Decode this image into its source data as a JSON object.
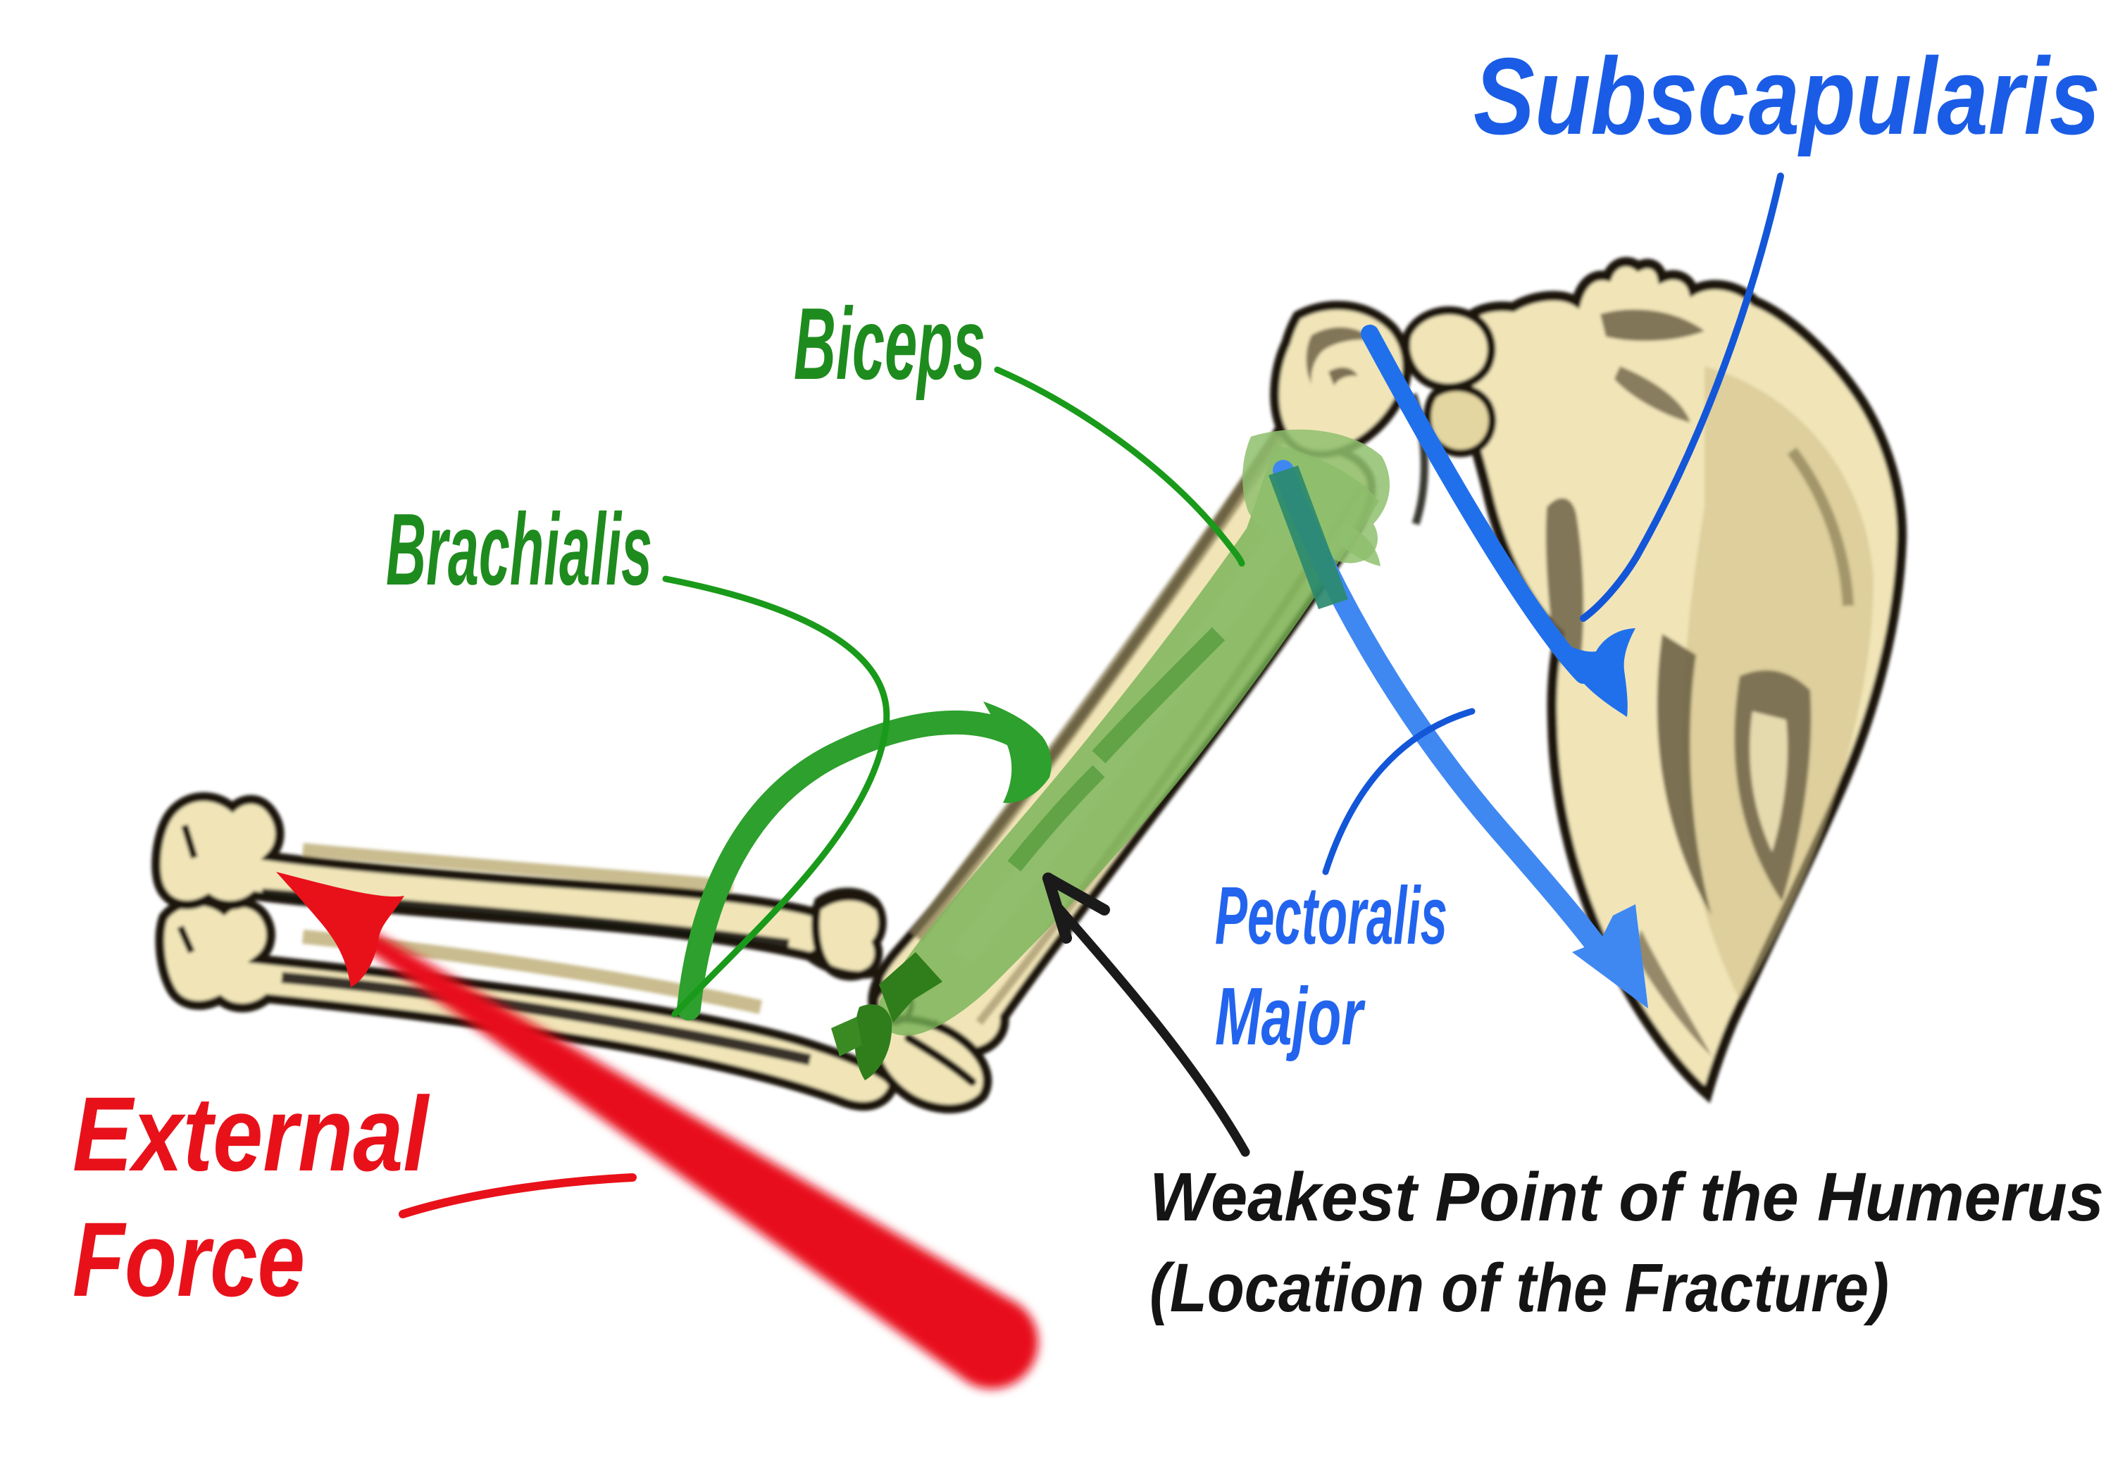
{
  "figure": {
    "background": "#ffffff",
    "bone_fill": "#f1e5b8",
    "bone_mid": "#cdbd85",
    "bone_shade": "#8a7d55",
    "bone_dark": "#6e6348",
    "bone_outline": "#1a1510",
    "muscle_green": "#77b155",
    "muscle_green_light": "#8fbf6d",
    "muscle_green_dark": "#2f7d1b",
    "muscle_teal_overlap": "#2b8a6e",
    "arc_green": "#2da02d",
    "connector_green": "#1a9a1a",
    "arrow_blue_dark": "#2070ec",
    "arrow_blue_light": "#3f88f2",
    "connector_blue": "#1356d8",
    "arrow_red": "#e8111a",
    "arrow_black": "#1a1a1a"
  },
  "labels": {
    "subscapularis": {
      "text": "Subscapularis",
      "color": "#1a5ce6"
    },
    "biceps": {
      "text": "Biceps",
      "color": "#1e8b1e"
    },
    "brachialis": {
      "text": "Brachialis",
      "color": "#1e8b1e"
    },
    "pectoralis": {
      "line1": "Pectoralis",
      "line2": "Major",
      "color": "#2264ee"
    },
    "external_force": {
      "line1": "External",
      "line2": "Force",
      "color": "#e8111a"
    },
    "weakest_point": {
      "line1": "Weakest Point of the Humerus",
      "line2": "(Location of the Fracture)",
      "color": "#141414"
    }
  }
}
